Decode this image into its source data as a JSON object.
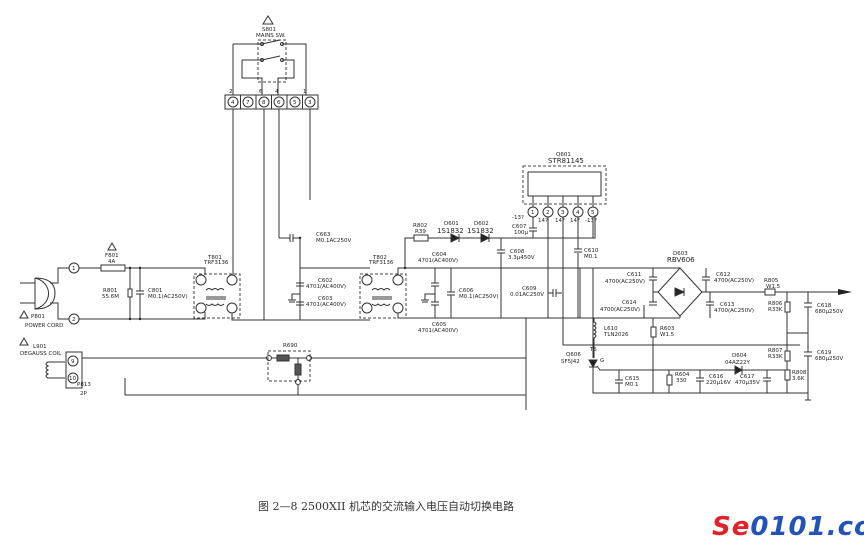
{
  "caption": "图 2—8   2500XII 机芯的交流输入电压自动切换电路",
  "logo": {
    "text_red": "Se",
    "text_blue": "0101.com"
  },
  "switch": {
    "ref": "S801",
    "name": "MAINS SW.",
    "pins_top": [
      "2",
      "6",
      "4",
      "1"
    ],
    "cells": [
      "4",
      "7",
      "8",
      "6",
      "5",
      "3"
    ]
  },
  "input": {
    "plug_ref": "P801",
    "plug_name": "POWER CORD",
    "terminals": [
      "1",
      "2"
    ]
  },
  "fuse": {
    "ref": "F801",
    "value": "4A"
  },
  "r801": {
    "ref": "R801",
    "value": "55.6M"
  },
  "c801": {
    "ref": "C801",
    "value": "M0.1(AC250V)"
  },
  "t801": {
    "ref": "T801",
    "value": "TRF3136"
  },
  "c663": {
    "ref": "C663",
    "value": "M0.1AC250V"
  },
  "c602": {
    "ref": "C602",
    "value": "4701(AC400V)"
  },
  "c603": {
    "ref": "C603",
    "value": "4701(AC400V)"
  },
  "t802": {
    "ref": "T802",
    "value": "TRF3136"
  },
  "c604": {
    "ref": "C604",
    "value": "4701(AC400V)"
  },
  "c605": {
    "ref": "C605",
    "value": "4701(AC400V)"
  },
  "c606": {
    "ref": "C606",
    "value": "M0.1(AC250V)"
  },
  "r802": {
    "ref": "R802",
    "value": "R39"
  },
  "d601": {
    "ref": "D601",
    "value": "1S1832"
  },
  "d602": {
    "ref": "D602",
    "value": "1S1832"
  },
  "c607": {
    "ref": "C607",
    "value": "100μ"
  },
  "c608": {
    "ref": "C608",
    "value": "3.3μ450V"
  },
  "c609": {
    "ref": "C609",
    "value": "0.01AC250V"
  },
  "c610": {
    "ref": "C610",
    "value": "M0.1"
  },
  "q601": {
    "ref": "Q601",
    "value": "STR81145",
    "pins": [
      "1",
      "2",
      "3",
      "4",
      "5"
    ],
    "pin_notes": [
      "-13?",
      "14?",
      "14?",
      "14?",
      "-13?"
    ]
  },
  "d603": {
    "ref": "D603",
    "value": "RBV606"
  },
  "c611": {
    "ref": "C611",
    "value": "4700(AC250V)"
  },
  "c612": {
    "ref": "C612",
    "value": "4700(AC250V)"
  },
  "c613": {
    "ref": "C613",
    "value": "4700(AC250V)"
  },
  "c614": {
    "ref": "C614",
    "value": "4700(AC250V)"
  },
  "r805": {
    "ref": "R805",
    "value": "W1.5"
  },
  "r806": {
    "ref": "R806",
    "value": "R33K"
  },
  "r807": {
    "ref": "R807",
    "value": "R33K"
  },
  "r808": {
    "ref": "R808",
    "value": "3.6K"
  },
  "c618": {
    "ref": "C618",
    "value": "680μ250V"
  },
  "c619": {
    "ref": "C619",
    "value": "680μ250V"
  },
  "l610": {
    "ref": "L610",
    "value": "TLN2026"
  },
  "r603": {
    "ref": "R603",
    "value": "W1.5"
  },
  "q606": {
    "ref": "Q606",
    "value": "SF5J42",
    "pin_t": "T5",
    "pin_g": "G"
  },
  "d604": {
    "ref": "D604",
    "value": "04AZ22Y"
  },
  "c615": {
    "ref": "C615",
    "value": "M0.1"
  },
  "r604": {
    "ref": "R604",
    "value": "330"
  },
  "c616": {
    "ref": "C616",
    "value": "220μ16V"
  },
  "c617": {
    "ref": "C617",
    "value": "470μ35V"
  },
  "r690": {
    "ref": "R690"
  },
  "degauss": {
    "ref": "L901",
    "name": "DEGAUSS COIL",
    "conn_ref": "P813",
    "conn_value": "2P",
    "pins": [
      "9",
      "10"
    ]
  }
}
